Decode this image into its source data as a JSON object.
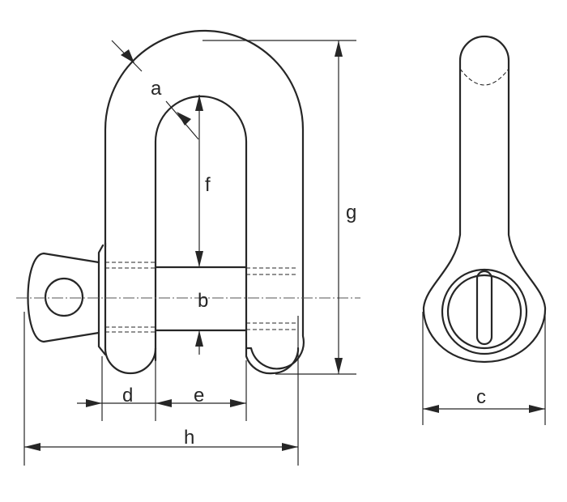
{
  "drawing": {
    "subject": "dee-shackle-dimension-drawing",
    "stroke_color": "#262626",
    "background": "#ffffff"
  },
  "dimensions": {
    "a": "a",
    "b": "b",
    "c": "c",
    "d": "d",
    "e": "e",
    "f": "f",
    "g": "g",
    "h": "h"
  }
}
